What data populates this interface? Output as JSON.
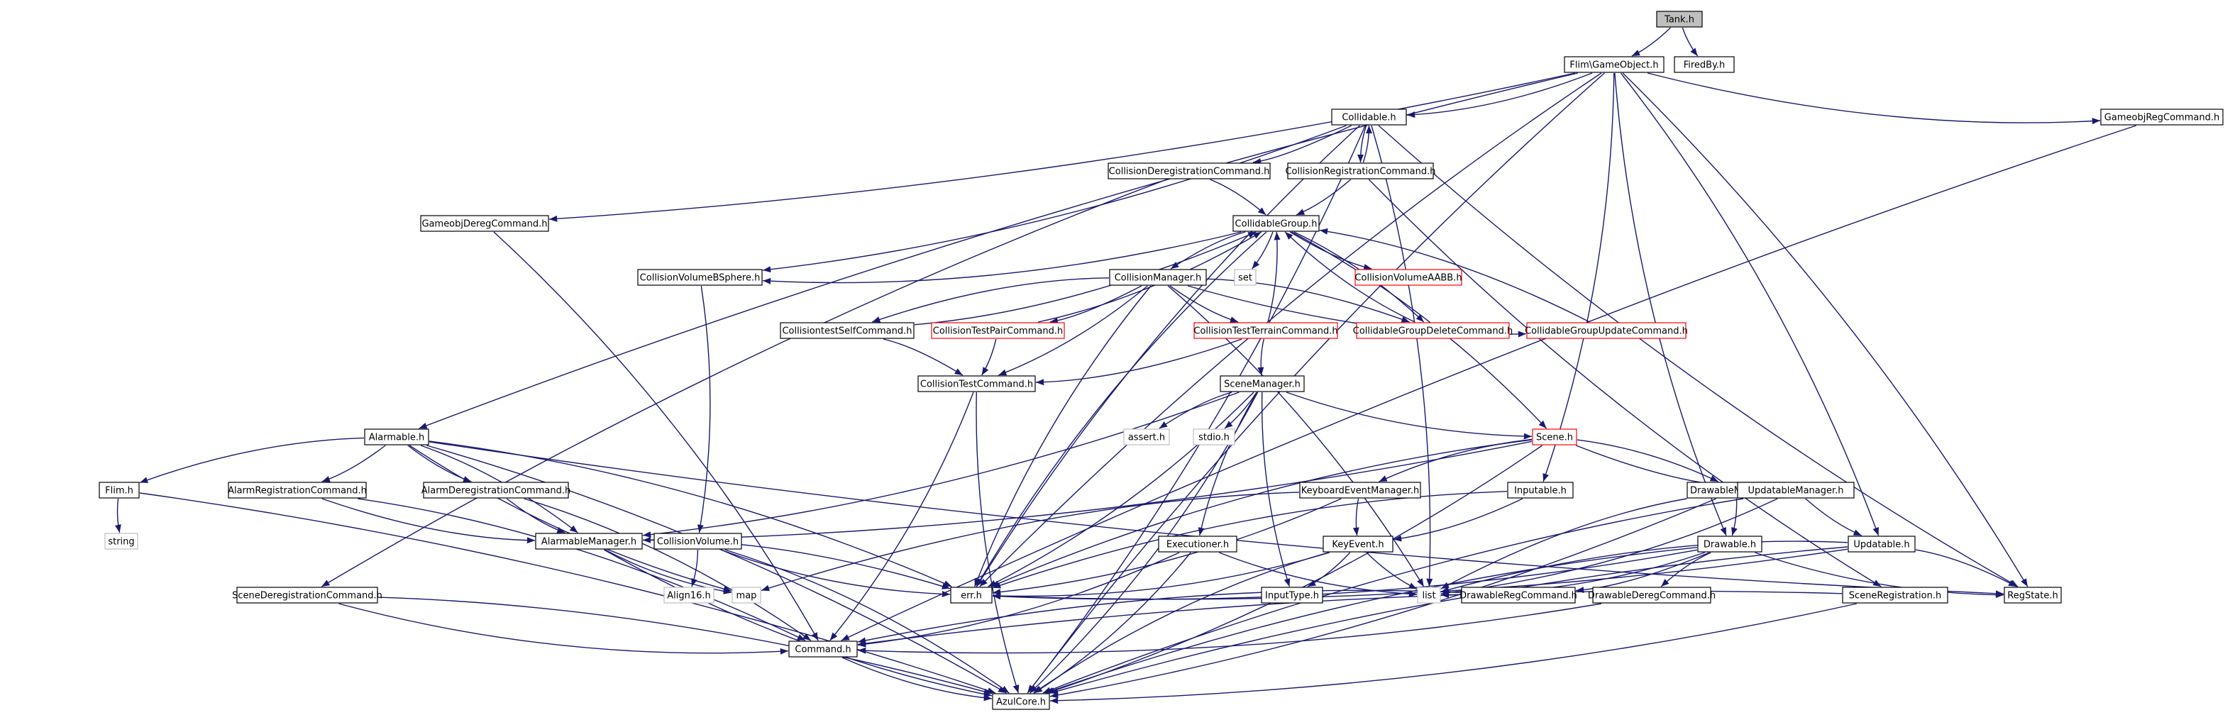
{
  "colors": {
    "edge": "#191970",
    "border_normal": "#000000",
    "border_truncated": "#ff0000",
    "border_system": "#bfbfbf",
    "root_fill": "#bfbfbf",
    "node_fill": "#ffffff",
    "text": "#000000"
  },
  "nodes": [
    {
      "id": "tank",
      "label": "Tank.h",
      "kind": "root"
    },
    {
      "id": "flim_go",
      "label": "Flim\\GameObject.h",
      "kind": "normal"
    },
    {
      "id": "fired",
      "label": "FiredBy.h",
      "kind": "normal"
    },
    {
      "id": "collidable",
      "label": "Collidable.h",
      "kind": "normal"
    },
    {
      "id": "goreg",
      "label": "GameobjRegCommand.h",
      "kind": "normal"
    },
    {
      "id": "coll_dereg",
      "label": "CollisionDeregistrationCommand.h",
      "kind": "normal"
    },
    {
      "id": "coll_reg",
      "label": "CollisionRegistrationCommand.h",
      "kind": "normal"
    },
    {
      "id": "godereg",
      "label": "GameobjDeregCommand.h",
      "kind": "normal"
    },
    {
      "id": "cgroup",
      "label": "CollidableGroup.h",
      "kind": "normal"
    },
    {
      "id": "cvbs",
      "label": "CollisionVolumeBSphere.h",
      "kind": "normal"
    },
    {
      "id": "cmgr",
      "label": "CollisionManager.h",
      "kind": "normal"
    },
    {
      "id": "set",
      "label": "set",
      "kind": "system"
    },
    {
      "id": "cvaabb",
      "label": "CollisionVolumeAABB.h",
      "kind": "truncated"
    },
    {
      "id": "ctself",
      "label": "CollisiontestSelfCommand.h",
      "kind": "normal"
    },
    {
      "id": "ctpair",
      "label": "CollisionTestPairCommand.h",
      "kind": "truncated"
    },
    {
      "id": "ctterrain",
      "label": "CollisionTestTerrainCommand.h",
      "kind": "truncated"
    },
    {
      "id": "cgdel",
      "label": "CollidableGroupDeleteCommand.h",
      "kind": "truncated"
    },
    {
      "id": "cgupd",
      "label": "CollidableGroupUpdateCommand.h",
      "kind": "truncated"
    },
    {
      "id": "ctcmd",
      "label": "CollisionTestCommand.h",
      "kind": "normal"
    },
    {
      "id": "scenemgr",
      "label": "SceneManager.h",
      "kind": "normal"
    },
    {
      "id": "alarmable",
      "label": "Alarmable.h",
      "kind": "normal"
    },
    {
      "id": "assert",
      "label": "assert.h",
      "kind": "system"
    },
    {
      "id": "stdio",
      "label": "stdio.h",
      "kind": "system"
    },
    {
      "id": "scene",
      "label": "Scene.h",
      "kind": "truncated"
    },
    {
      "id": "flim",
      "label": "Flim.h",
      "kind": "normal"
    },
    {
      "id": "alarmreg",
      "label": "AlarmRegistrationCommand.h",
      "kind": "normal"
    },
    {
      "id": "alarmdereg",
      "label": "AlarmDeregistrationCommand.h",
      "kind": "normal"
    },
    {
      "id": "kbmgr",
      "label": "KeyboardEventManager.h",
      "kind": "normal"
    },
    {
      "id": "inputable",
      "label": "Inputable.h",
      "kind": "normal"
    },
    {
      "id": "drawmgr",
      "label": "DrawableManager.h",
      "kind": "normal"
    },
    {
      "id": "updmgr",
      "label": "UpdatableManager.h",
      "kind": "normal"
    },
    {
      "id": "string",
      "label": "string",
      "kind": "system"
    },
    {
      "id": "alarmmgr",
      "label": "AlarmableManager.h",
      "kind": "normal"
    },
    {
      "id": "cvol",
      "label": "CollisionVolume.h",
      "kind": "normal"
    },
    {
      "id": "executioner",
      "label": "Executioner.h",
      "kind": "normal"
    },
    {
      "id": "keyevent",
      "label": "KeyEvent.h",
      "kind": "normal"
    },
    {
      "id": "drawable",
      "label": "Drawable.h",
      "kind": "normal"
    },
    {
      "id": "updatable",
      "label": "Updatable.h",
      "kind": "normal"
    },
    {
      "id": "scenedereg",
      "label": "SceneDeregistrationCommand.h",
      "kind": "normal"
    },
    {
      "id": "align16",
      "label": "Align16.h",
      "kind": "system"
    },
    {
      "id": "map",
      "label": "map",
      "kind": "system"
    },
    {
      "id": "err",
      "label": "err.h",
      "kind": "normal"
    },
    {
      "id": "inputtype",
      "label": "InputType.h",
      "kind": "normal"
    },
    {
      "id": "list",
      "label": "list",
      "kind": "system"
    },
    {
      "id": "drawreg",
      "label": "DrawableRegCommand.h",
      "kind": "normal"
    },
    {
      "id": "drawdereg",
      "label": "DrawableDeregCommand.h",
      "kind": "normal"
    },
    {
      "id": "scenereg",
      "label": "SceneRegistration.h",
      "kind": "normal"
    },
    {
      "id": "regstate",
      "label": "RegState.h",
      "kind": "normal"
    },
    {
      "id": "command",
      "label": "Command.h",
      "kind": "normal"
    },
    {
      "id": "azulcore",
      "label": "AzulCore.h",
      "kind": "normal"
    }
  ],
  "edges": [
    [
      "tank",
      "flim_go"
    ],
    [
      "tank",
      "fired"
    ],
    [
      "flim_go",
      "collidable"
    ],
    [
      "flim_go",
      "goreg"
    ],
    [
      "flim_go",
      "godereg"
    ],
    [
      "flim_go",
      "alarmable"
    ],
    [
      "flim_go",
      "inputable"
    ],
    [
      "flim_go",
      "drawable"
    ],
    [
      "flim_go",
      "updatable"
    ],
    [
      "flim_go",
      "err"
    ],
    [
      "flim_go",
      "regstate"
    ],
    [
      "flim_go",
      "azulcore"
    ],
    [
      "collidable",
      "coll_dereg"
    ],
    [
      "collidable",
      "coll_reg"
    ],
    [
      "collidable",
      "cvbs"
    ],
    [
      "collidable",
      "err"
    ],
    [
      "collidable",
      "list"
    ],
    [
      "collidable",
      "regstate"
    ],
    [
      "collidable",
      "azulcore"
    ],
    [
      "coll_reg",
      "collidable"
    ],
    [
      "coll_reg",
      "cgroup"
    ],
    [
      "coll_reg",
      "scenereg"
    ],
    [
      "coll_dereg",
      "cgroup"
    ],
    [
      "coll_dereg",
      "scenedereg"
    ],
    [
      "godereg",
      "command"
    ],
    [
      "goreg",
      "command"
    ],
    [
      "cgroup",
      "cvbs"
    ],
    [
      "cgroup",
      "cmgr"
    ],
    [
      "cgroup",
      "set"
    ],
    [
      "cgroup",
      "cvaabb"
    ],
    [
      "cgroup",
      "cgdel"
    ],
    [
      "cgroup",
      "err"
    ],
    [
      "cgroup",
      "scene"
    ],
    [
      "cmgr",
      "ctself"
    ],
    [
      "cmgr",
      "ctpair"
    ],
    [
      "cmgr",
      "ctterrain"
    ],
    [
      "cmgr",
      "cgdel"
    ],
    [
      "cmgr",
      "cgupd"
    ],
    [
      "cmgr",
      "ctcmd"
    ],
    [
      "cmgr",
      "err"
    ],
    [
      "cmgr",
      "list"
    ],
    [
      "ctself",
      "cgroup"
    ],
    [
      "ctself",
      "ctcmd"
    ],
    [
      "ctpair",
      "cgroup"
    ],
    [
      "ctpair",
      "ctcmd"
    ],
    [
      "ctterrain",
      "cgroup"
    ],
    [
      "ctterrain",
      "ctcmd"
    ],
    [
      "ctterrain",
      "scenemgr"
    ],
    [
      "cgdel",
      "cgroup"
    ],
    [
      "cgupd",
      "cgroup"
    ],
    [
      "ctcmd",
      "command"
    ],
    [
      "ctcmd",
      "azulcore"
    ],
    [
      "cvbs",
      "cvol"
    ],
    [
      "scenemgr",
      "assert"
    ],
    [
      "scenemgr",
      "stdio"
    ],
    [
      "scenemgr",
      "scene"
    ],
    [
      "scenemgr",
      "alarmmgr"
    ],
    [
      "scenemgr",
      "executioner"
    ],
    [
      "scenemgr",
      "err"
    ],
    [
      "scenemgr",
      "inputtype"
    ],
    [
      "scenemgr",
      "azulcore"
    ],
    [
      "scene",
      "kbmgr"
    ],
    [
      "scene",
      "drawmgr"
    ],
    [
      "scene",
      "updmgr"
    ],
    [
      "scene",
      "alarmmgr"
    ],
    [
      "scene",
      "err"
    ],
    [
      "scene",
      "azulcore"
    ],
    [
      "alarmable",
      "flim"
    ],
    [
      "alarmable",
      "alarmreg"
    ],
    [
      "alarmable",
      "alarmdereg"
    ],
    [
      "alarmable",
      "alarmmgr"
    ],
    [
      "alarmable",
      "map"
    ],
    [
      "alarmable",
      "err"
    ],
    [
      "alarmable",
      "regstate"
    ],
    [
      "alarmable",
      "azulcore"
    ],
    [
      "flim",
      "string"
    ],
    [
      "flim",
      "azulcore"
    ],
    [
      "alarmreg",
      "alarmmgr"
    ],
    [
      "alarmreg",
      "command"
    ],
    [
      "alarmdereg",
      "alarmmgr"
    ],
    [
      "alarmdereg",
      "command"
    ],
    [
      "alarmmgr",
      "map"
    ],
    [
      "alarmmgr",
      "err"
    ],
    [
      "alarmmgr",
      "azulcore"
    ],
    [
      "cvol",
      "align16"
    ],
    [
      "cvol",
      "err"
    ],
    [
      "cvol",
      "azulcore"
    ],
    [
      "kbmgr",
      "keyevent"
    ],
    [
      "kbmgr",
      "err"
    ],
    [
      "kbmgr",
      "map"
    ],
    [
      "keyevent",
      "inputtype"
    ],
    [
      "keyevent",
      "list"
    ],
    [
      "keyevent",
      "err"
    ],
    [
      "keyevent",
      "azulcore"
    ],
    [
      "inputable",
      "keyevent"
    ],
    [
      "inputable",
      "err"
    ],
    [
      "drawmgr",
      "drawable"
    ],
    [
      "drawmgr",
      "list"
    ],
    [
      "drawmgr",
      "azulcore"
    ],
    [
      "updmgr",
      "updatable"
    ],
    [
      "updmgr",
      "list"
    ],
    [
      "updmgr",
      "azulcore"
    ],
    [
      "drawable",
      "drawreg"
    ],
    [
      "drawable",
      "drawdereg"
    ],
    [
      "drawable",
      "list"
    ],
    [
      "drawable",
      "regstate"
    ],
    [
      "drawable",
      "err"
    ],
    [
      "drawable",
      "azulcore"
    ],
    [
      "updatable",
      "regstate"
    ],
    [
      "updatable",
      "list"
    ],
    [
      "updatable",
      "err"
    ],
    [
      "updatable",
      "azulcore"
    ],
    [
      "executioner",
      "command"
    ],
    [
      "executioner",
      "list"
    ],
    [
      "executioner",
      "azulcore"
    ],
    [
      "scenedereg",
      "command"
    ],
    [
      "scenedereg",
      "azulcore"
    ],
    [
      "scenereg",
      "command"
    ],
    [
      "scenereg",
      "azulcore"
    ],
    [
      "drawreg",
      "command"
    ],
    [
      "drawdereg",
      "command"
    ],
    [
      "command",
      "azulcore"
    ]
  ]
}
